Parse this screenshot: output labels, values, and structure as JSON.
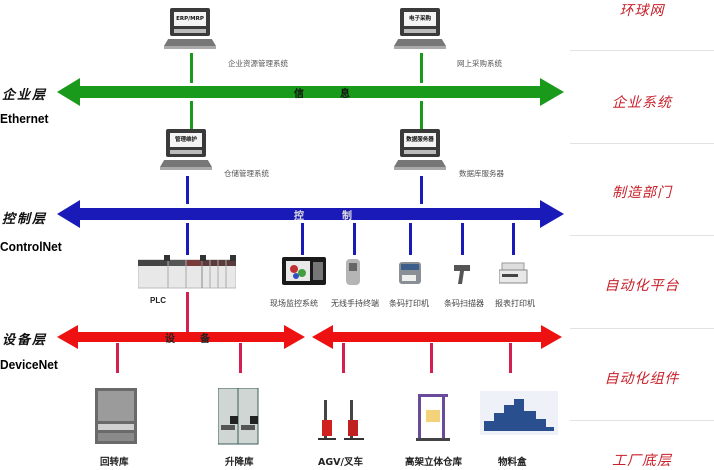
{
  "layers": {
    "enterprise": {
      "cn": "企业层",
      "en": "Ethernet",
      "arrow_text": [
        "信",
        "息"
      ],
      "color": "#1a9a1a"
    },
    "control": {
      "cn": "控制层",
      "en": "ControlNet",
      "arrow_text": [
        "控",
        "制"
      ],
      "color": "#1a1ab8"
    },
    "device": {
      "cn": "设备层",
      "en": "DeviceNet",
      "arrow_text": [
        "设",
        "备"
      ],
      "color": "#ee1111"
    }
  },
  "side_labels": [
    "环球网",
    "企业系统",
    "制造部门",
    "自动化平台",
    "自动化组件",
    "工厂底层"
  ],
  "computers": [
    {
      "screen": "ERP/MRP",
      "label": "企业资源管理系统"
    },
    {
      "screen": "电子采购",
      "label": "网上采购系统"
    },
    {
      "screen": "管理维护",
      "label": "仓储管理系统"
    },
    {
      "screen": "数据服务器",
      "label": "数据库服务器"
    }
  ],
  "plc": {
    "label": "PLC"
  },
  "control_devices": [
    {
      "label": "现场监控系统"
    },
    {
      "label": "无线手持终端"
    },
    {
      "label": "条码打印机"
    },
    {
      "label": "条码扫描器"
    },
    {
      "label": "报表打印机"
    }
  ],
  "field_devices": [
    {
      "label": "回转库"
    },
    {
      "label": "升降库"
    },
    {
      "label": "AGV/叉车"
    },
    {
      "label": "高架立体仓库"
    },
    {
      "label": "物料盒"
    }
  ]
}
